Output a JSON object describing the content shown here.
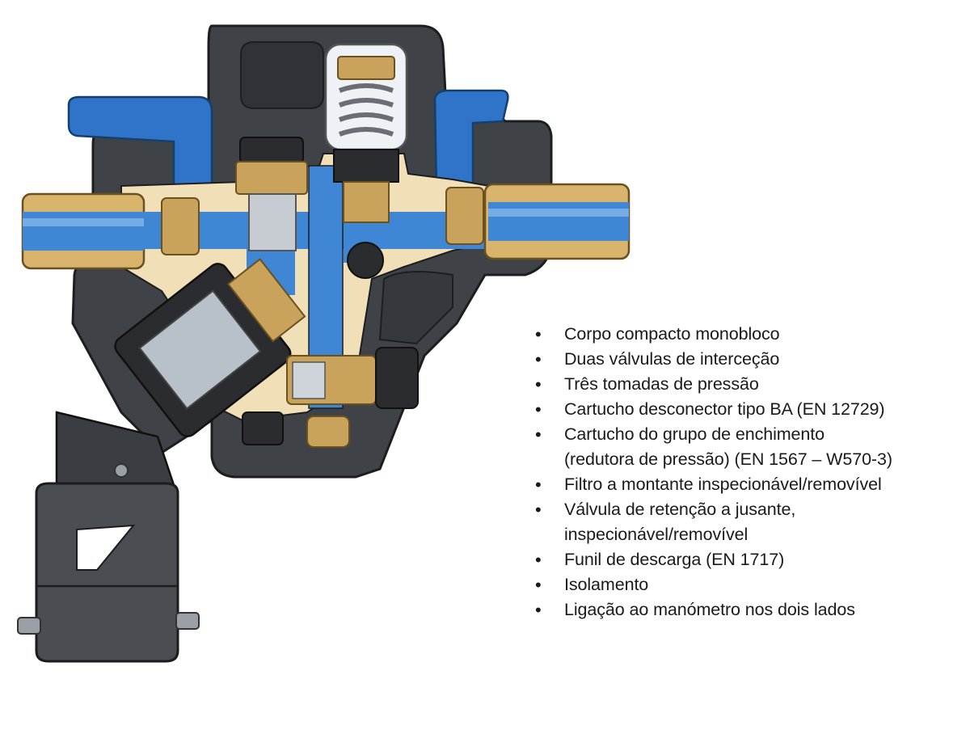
{
  "features": [
    {
      "lines": [
        "Corpo compacto monobloco"
      ]
    },
    {
      "lines": [
        "Duas válvulas de interceção"
      ]
    },
    {
      "lines": [
        "Três tomadas de pressão"
      ]
    },
    {
      "lines": [
        "Cartucho desconector tipo BA (EN 12729)"
      ]
    },
    {
      "lines": [
        "Cartucho do grupo de enchimento",
        "(redutora de pressão) (EN 1567 – W570-3)"
      ]
    },
    {
      "lines": [
        "Filtro a montante inspecionável/removível"
      ]
    },
    {
      "lines": [
        "Válvula de retenção a jusante,",
        "inspecionável/removível"
      ]
    },
    {
      "lines": [
        "Funil de descarga (EN 1717)"
      ]
    },
    {
      "lines": [
        "Isolamento"
      ]
    },
    {
      "lines": [
        "Ligação ao manómetro nos dois lados"
      ]
    }
  ],
  "colors": {
    "insulation": "#3f4347",
    "insulation_edge": "#1c1e20",
    "body_cut": "#f1dfb8",
    "water": "#3f86d4",
    "water_light": "#8dbcec",
    "handle": "#2f74c9",
    "brass": "#c9a35b",
    "brass_dark": "#8c6a2e",
    "black_part": "#2a2c2f",
    "funnel": "#4a4e52",
    "text": "#1a1a1a"
  }
}
